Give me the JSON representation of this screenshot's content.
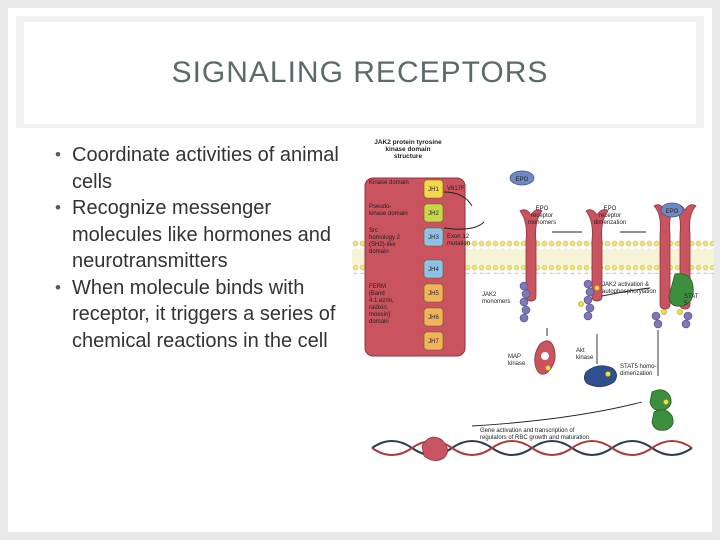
{
  "slide": {
    "title": "SIGNALING RECEPTORS",
    "bullets": [
      "Coordinate activities of animal cells",
      "Recognize messenger molecules like hormones and neurotransmitters",
      "When molecule binds with receptor, it triggers a series of chemical reactions in the cell"
    ]
  },
  "figure": {
    "header": [
      "JAK2 protein tyrosine",
      "kinase domain",
      "structure"
    ],
    "domains": [
      {
        "left": [
          "Kinase domain"
        ],
        "tag": "JH1",
        "right": [
          "V617F"
        ]
      },
      {
        "left": [
          "Pseudo-",
          "kinase domain"
        ],
        "tag": "JH2",
        "right": []
      },
      {
        "left": [
          "Src",
          "homology 2",
          "(SH2)-like",
          "domain"
        ],
        "tag": "JH3",
        "right": [
          "Exon 12",
          "mutation"
        ]
      },
      {
        "left": [],
        "tag": "JH4",
        "right": []
      },
      {
        "left": [
          "FERM",
          "[Band",
          "4.1 ezrin,",
          "radixin,",
          "moesin]",
          "domain"
        ],
        "tag": "JH5",
        "right": []
      },
      {
        "left": [],
        "tag": "JH6",
        "right": []
      },
      {
        "left": [],
        "tag": "JH7",
        "right": []
      }
    ],
    "labels": {
      "epo1": "EPO",
      "epo2": "EPO",
      "epo_monomers": [
        "EPO",
        "receptor",
        "monomers"
      ],
      "epo_dimerization": [
        "EPO",
        "receptor",
        "dimerization"
      ],
      "jak2_monomers": [
        "JAK2",
        "monomers"
      ],
      "jak2_activation": [
        "JAK2 activation &",
        "autophosphorylation"
      ],
      "stat5": [
        "STAT",
        "5"
      ],
      "map_kinase": [
        "MAP",
        "kinase"
      ],
      "akt_kinase": [
        "Akt",
        "kinase"
      ],
      "stat5_homo": [
        "STAT5 homo-",
        "dimerization"
      ],
      "gene_activation": [
        "Gene activation and transcription of",
        "regulators of RBC growth and maturation"
      ]
    },
    "colors": {
      "receptor": "#c9535f",
      "membrane_head": "#f3e27a",
      "jak": "#7e78b8",
      "epo": "#6f89c4",
      "dna1": "#2f3c4f",
      "dna2": "#a93e3e"
    }
  }
}
